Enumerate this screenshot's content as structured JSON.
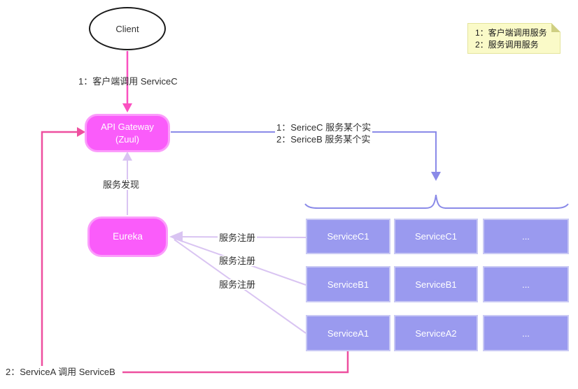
{
  "diagram": {
    "nodes": {
      "client": "Client",
      "gateway_line1": "API Gateway",
      "gateway_line2": "(Zuul)",
      "eureka": "Eureka"
    },
    "edge_labels": {
      "client_call": "1：客户端调用 ServiceC",
      "route_line1": "1：SericeC 服务某个实",
      "route_line2": "2：SericeB 服务某个实",
      "service_discovery": "服务发现",
      "register_c": "服务注册",
      "register_b": "服务注册",
      "register_a": "服务注册",
      "service_call": "2：ServiceA 调用 ServiceB"
    },
    "note": {
      "line1": "1：客户端调用服务",
      "line2": "2：服务调用服务"
    },
    "services": {
      "rows": [
        {
          "cells": [
            "ServiceC1",
            "ServiceC1",
            "..."
          ]
        },
        {
          "cells": [
            "ServiceB1",
            "ServiceB1",
            "..."
          ]
        },
        {
          "cells": [
            "ServiceA1",
            "ServiceA2",
            "..."
          ]
        }
      ]
    },
    "colors": {
      "node_pink": "#fa5cfa",
      "node_pink_border": "#fb9cfb",
      "service_fill": "#9a9aef",
      "service_border": "#c9c9f4",
      "purple_line": "#8a8ae8",
      "lavender_line": "#d9c4f2",
      "hot_pink": "#fa50c0",
      "loop_pink": "#ee4f9f",
      "note_fill": "#fafac8",
      "note_fold": "#cfcf82",
      "note_border": "#e4e49c"
    }
  }
}
